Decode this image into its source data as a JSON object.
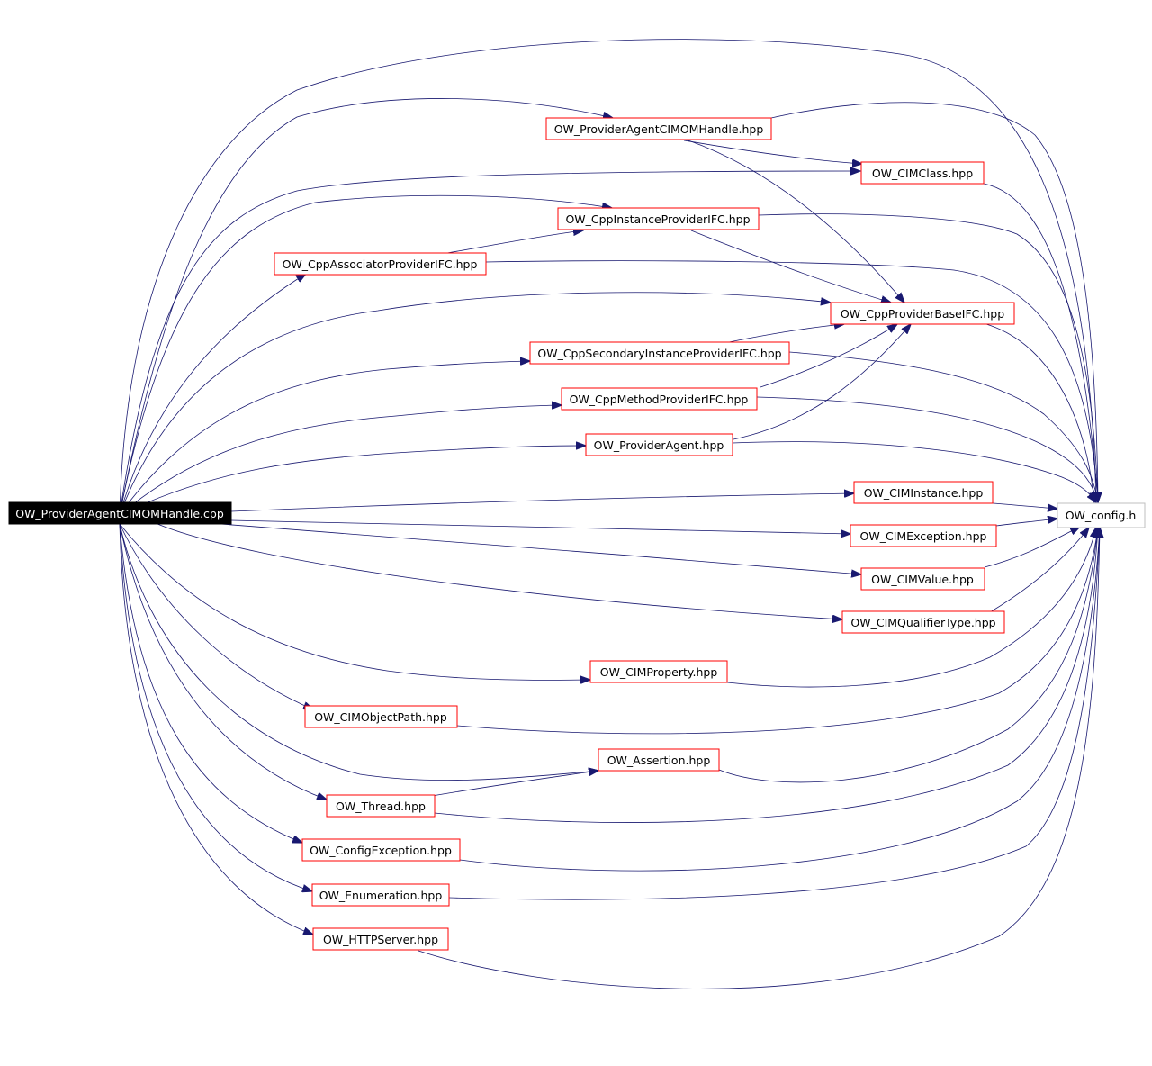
{
  "graph": {
    "type": "include-dependency-graph",
    "colors": {
      "edge": "#191970",
      "node_border": "#ff0000",
      "root_fill": "#000000",
      "root_text": "#ffffff",
      "leaf_border": "#bfbfbf"
    },
    "nodes": {
      "root": "OW_ProviderAgentCIMOMHandle.cpp",
      "handle_hpp": "OW_ProviderAgentCIMOMHandle.hpp",
      "cimclass": "OW_CIMClass.hpp",
      "instprov": "OW_CppInstanceProviderIFC.hpp",
      "assocprov": "OW_CppAssociatorProviderIFC.hpp",
      "provbase": "OW_CppProviderBaseIFC.hpp",
      "secinst": "OW_CppSecondaryInstanceProviderIFC.hpp",
      "methprov": "OW_CppMethodProviderIFC.hpp",
      "provagent": "OW_ProviderAgent.hpp",
      "ciminst": "OW_CIMInstance.hpp",
      "config": "OW_config.h",
      "cimexc": "OW_CIMException.hpp",
      "cimvalue": "OW_CIMValue.hpp",
      "cimqual": "OW_CIMQualifierType.hpp",
      "cimprop": "OW_CIMProperty.hpp",
      "cimobj": "OW_CIMObjectPath.hpp",
      "assertion": "OW_Assertion.hpp",
      "thread": "OW_Thread.hpp",
      "cfgexc": "OW_ConfigException.hpp",
      "enumer": "OW_Enumeration.hpp",
      "httpserver": "OW_HTTPServer.hpp"
    },
    "edges": [
      [
        "root",
        "handle_hpp"
      ],
      [
        "root",
        "cimclass"
      ],
      [
        "root",
        "instprov"
      ],
      [
        "root",
        "assocprov"
      ],
      [
        "root",
        "provbase"
      ],
      [
        "root",
        "secinst"
      ],
      [
        "root",
        "methprov"
      ],
      [
        "root",
        "provagent"
      ],
      [
        "root",
        "ciminst"
      ],
      [
        "root",
        "cimexc"
      ],
      [
        "root",
        "cimvalue"
      ],
      [
        "root",
        "cimqual"
      ],
      [
        "root",
        "cimprop"
      ],
      [
        "root",
        "cimobj"
      ],
      [
        "root",
        "assertion"
      ],
      [
        "root",
        "thread"
      ],
      [
        "root",
        "cfgexc"
      ],
      [
        "root",
        "enumer"
      ],
      [
        "root",
        "httpserver"
      ],
      [
        "root",
        "config"
      ],
      [
        "handle_hpp",
        "cimclass"
      ],
      [
        "handle_hpp",
        "provbase"
      ],
      [
        "handle_hpp",
        "config"
      ],
      [
        "cimclass",
        "config"
      ],
      [
        "assocprov",
        "instprov"
      ],
      [
        "assocprov",
        "config"
      ],
      [
        "instprov",
        "provbase"
      ],
      [
        "instprov",
        "config"
      ],
      [
        "secinst",
        "provbase"
      ],
      [
        "secinst",
        "config"
      ],
      [
        "methprov",
        "provbase"
      ],
      [
        "methprov",
        "config"
      ],
      [
        "provagent",
        "provbase"
      ],
      [
        "provagent",
        "config"
      ],
      [
        "provbase",
        "config"
      ],
      [
        "ciminst",
        "config"
      ],
      [
        "cimexc",
        "config"
      ],
      [
        "cimvalue",
        "config"
      ],
      [
        "cimqual",
        "config"
      ],
      [
        "cimprop",
        "config"
      ],
      [
        "cimobj",
        "config"
      ],
      [
        "assertion",
        "config"
      ],
      [
        "thread",
        "assertion"
      ],
      [
        "thread",
        "config"
      ],
      [
        "cfgexc",
        "config"
      ],
      [
        "enumer",
        "config"
      ],
      [
        "httpserver",
        "config"
      ]
    ]
  }
}
